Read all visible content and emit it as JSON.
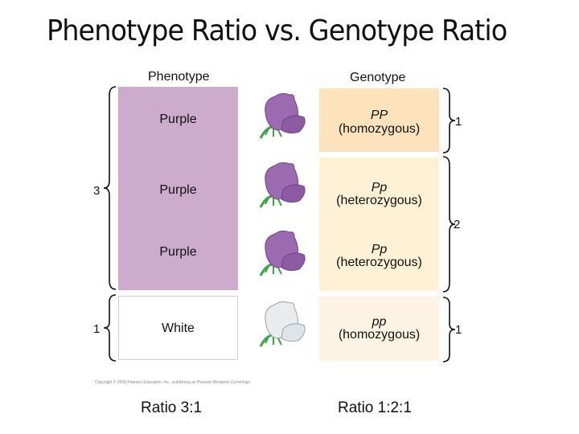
{
  "title": "Phenotype Ratio vs. Genotype Ratio",
  "phenotype": {
    "header": "Phenotype",
    "rows": [
      {
        "label": "Purple",
        "color": "#ccabcd"
      },
      {
        "label": "Purple",
        "color": "#ccabcd"
      },
      {
        "label": "Purple",
        "color": "#ccabcd"
      },
      {
        "label": "White",
        "color": "#ffffff"
      }
    ],
    "groups": [
      {
        "count": "3"
      },
      {
        "count": "1"
      }
    ],
    "ratio": "Ratio 3:1"
  },
  "flowers": [
    {
      "icon": "purple-flower-icon",
      "color": "#9b6ab0"
    },
    {
      "icon": "purple-flower-icon",
      "color": "#9b6ab0"
    },
    {
      "icon": "purple-flower-icon",
      "color": "#9b6ab0"
    },
    {
      "icon": "white-flower-icon",
      "color": "#e8ecef"
    }
  ],
  "genotype": {
    "header": "Genotype",
    "rows": [
      {
        "alleles": "PP",
        "type": "(homozygous)",
        "color": "#fde3bc"
      },
      {
        "alleles": "Pp",
        "type": "(heterozygous)",
        "color": "#fef1d6"
      },
      {
        "alleles": "Pp",
        "type": "(heterozygous)",
        "color": "#fef1d6"
      },
      {
        "alleles": "pp",
        "type": "(homozygous)",
        "color": "#fdf3e3"
      }
    ],
    "groups": [
      {
        "count": "1"
      },
      {
        "count": "2"
      },
      {
        "count": "1"
      }
    ],
    "ratio": "Ratio 1:2:1"
  },
  "copyright": "Copyright © 2008 Pearson Education, Inc., publishing as Pearson Benjamin Cummings."
}
